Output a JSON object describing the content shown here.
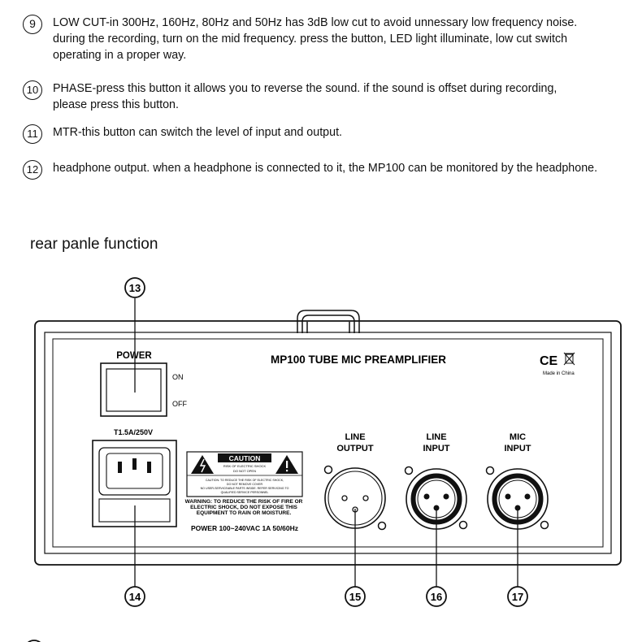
{
  "items": [
    {
      "num": "9",
      "text": "LOW CUT-in 300Hz, 160Hz, 80Hz and 50Hz has 3dB low cut to avoid unnessary low frequency noise.\nduring the recording, turn on the mid frequency. press the button, LED light illuminate, low cut switch\noperating in a proper way."
    },
    {
      "num": "10",
      "text": "PHASE-press this button it allows you to reverse the sound. if the sound is offset during recording,\nplease press this button."
    },
    {
      "num": "11",
      "text": "MTR-this button can switch the level of input and output."
    },
    {
      "num": "12",
      "text": "headphone output. when a headphone is connected to it, the MP100 can be monitored by the headphone."
    }
  ],
  "section_title": "rear panle function",
  "panel": {
    "model_title": "MP100 TUBE MIC PREAMPLIFIER",
    "ce_mark": "CE",
    "made_in": "Made in China",
    "power_label": "POWER",
    "on_label": "ON",
    "off_label": "OFF",
    "fuse_label": "T1.5A/250V",
    "caution_title": "CAUTION",
    "caution_sub1": "RISK OF ELECTRIC SHOCK",
    "caution_sub2": "DO NOT OPEN",
    "caution_small1": "CAUTION: TO REDUCE THE RISK OF ELECTRIC SHOCK,",
    "caution_small2": "DO NOT REMOVE COVER",
    "caution_small3": "NO USER-SERVICEABLE PARTS INSIDE. REFER SERVICING TO",
    "caution_small4": "QUALIFIED SERVICE PERSONNEL",
    "warning1": "WARNING: TO REDUCE THE RISK OF FIRE OR",
    "warning2": "ELECTRIC SHOCK, DO NOT EXPOSE THIS",
    "warning3": "EQUIPMENT TO RAIN OR MOISTURE.",
    "power_spec": "POWER 100~240VAC 1A 50/60Hz",
    "line_output_1": "LINE",
    "line_output_2": "OUTPUT",
    "line_input_1": "LINE",
    "line_input_2": "INPUT",
    "mic_input_1": "MIC",
    "mic_input_2": "INPUT"
  },
  "callouts": {
    "c13": "13",
    "c14": "14",
    "c15": "15",
    "c16": "16",
    "c17": "17"
  }
}
